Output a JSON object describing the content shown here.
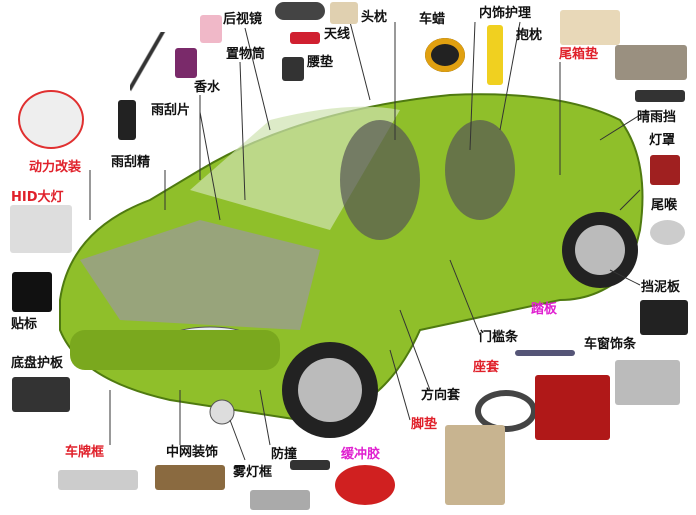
{
  "labels": {
    "rearview_mirror": "后视镜",
    "headrest": "头枕",
    "car_wax": "车蜡",
    "interior_care": "内饰护理",
    "antenna": "天线",
    "pillow": "抱枕",
    "trunk_mat": "尾箱垫",
    "storage_box": "置物筒",
    "lumbar_pad": "腰垫",
    "perfume": "香水",
    "wiper_blade": "雨刮片",
    "rain_visor": "晴雨挡",
    "lamp_cover": "灯罩",
    "performance_mod": "动力改装",
    "wiper_fluid": "雨刮精",
    "hid_headlight": "HID大灯",
    "exhaust_tip": "尾喉",
    "mudflap": "挡泥板",
    "decal": "贴标",
    "door_sill": "门槛条",
    "pedal": "踏板",
    "window_trim": "车窗饰条",
    "skid_plate": "底盘护板",
    "seat_cover": "座套",
    "steering_cover": "方向套",
    "floor_mat": "脚垫",
    "plate_frame": "车牌框",
    "grille_trim": "中网装饰",
    "bumper_guard": "防撞",
    "buffer_rubber": "缓冲胶",
    "fog_light_frame": "雾灯框"
  },
  "colors": {
    "car_body": "#8fbf2a",
    "highlight_label": "#e0202a",
    "pink_label": "#e020d0"
  }
}
